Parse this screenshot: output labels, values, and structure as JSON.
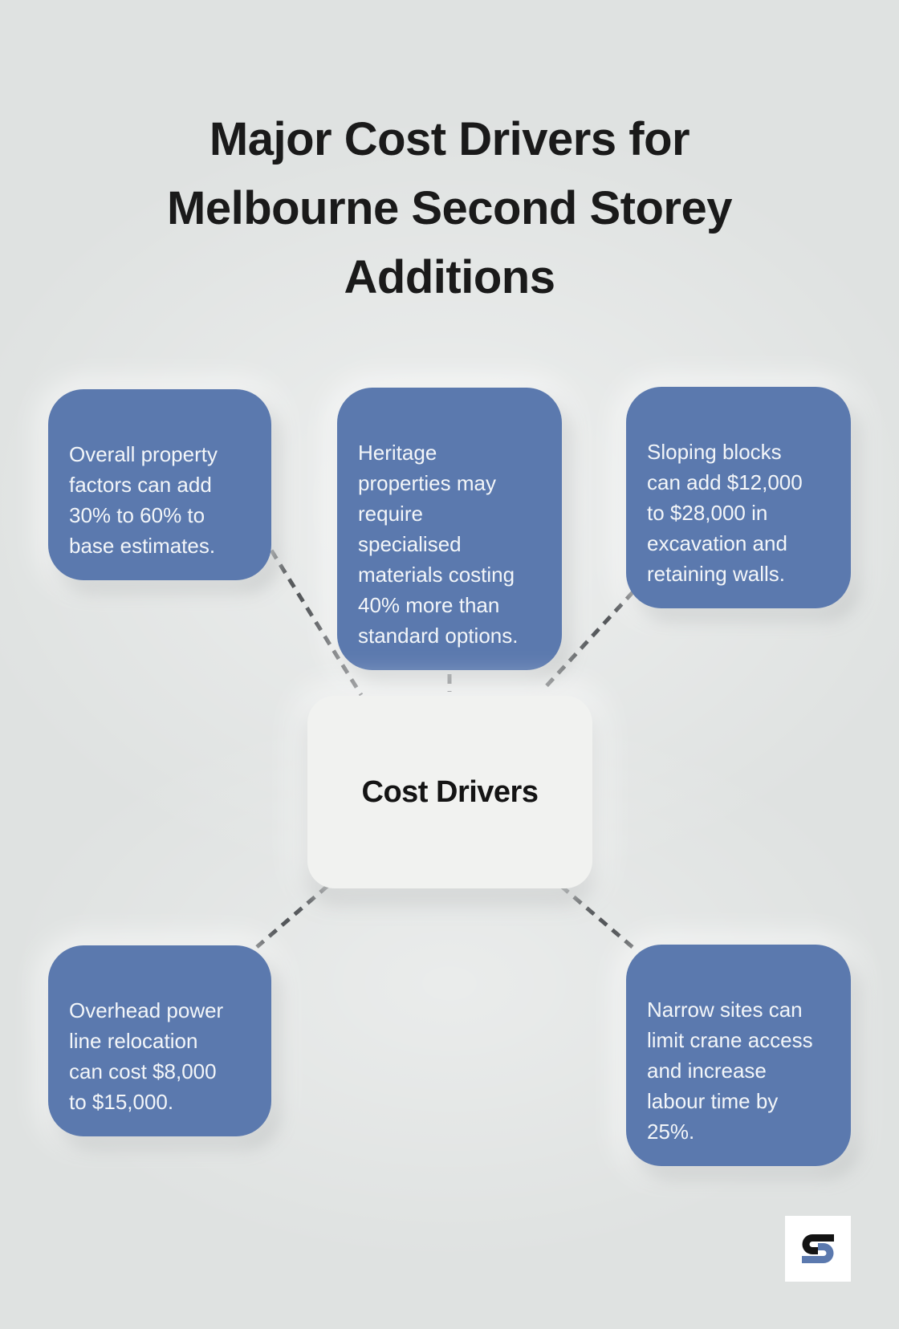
{
  "title": "Major Cost Drivers for Melbourne Second Storey Additions",
  "title_lines": [
    "Major Cost Drivers for",
    "Melbourne Second Storey",
    "Additions"
  ],
  "center": {
    "label": "Cost Drivers"
  },
  "nodes": [
    {
      "id": "overall-property-factors",
      "text": "Overall property\nfactors can add\n30% to 60% to\nbase estimates."
    },
    {
      "id": "heritage-properties",
      "text": "Heritage\nproperties may\nrequire\nspecialised\nmaterials costing\n40% more than\nstandard options."
    },
    {
      "id": "sloping-blocks",
      "text": "Sloping blocks\ncan add $12,000\nto $28,000 in\nexcavation and\nretaining walls."
    },
    {
      "id": "overhead-power-lines",
      "text": "Overhead power\nline relocation\ncan cost $8,000\nto $15,000."
    },
    {
      "id": "narrow-sites",
      "text": "Narrow sites can\nlimit crane access\nand increase\nlabour time by\n25%."
    }
  ],
  "colors": {
    "background": "#dfe2e1",
    "node_fill": "#5b79ae",
    "node_text": "#f3f6f9",
    "center_fill": "#f1f2f0",
    "center_text": "#141414",
    "title_text": "#1a1a1a",
    "connector": "#54575a",
    "logo_bg": "#ffffff",
    "logo_black": "#131313",
    "logo_blue": "#5b79ae"
  }
}
